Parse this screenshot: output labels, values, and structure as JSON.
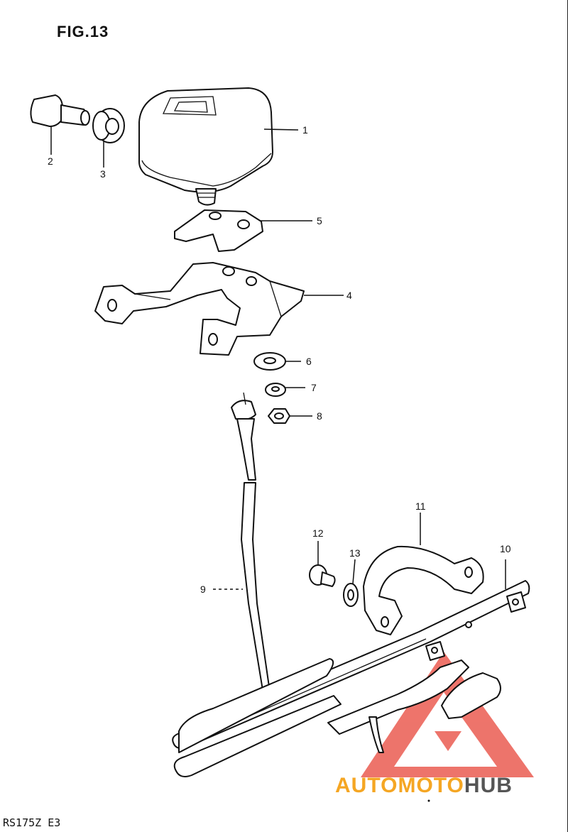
{
  "figure": {
    "title": "FIG.13",
    "footer_code": "RS175Z E3"
  },
  "parts": [
    {
      "number": "1"
    },
    {
      "number": "2"
    },
    {
      "number": "3"
    },
    {
      "number": "4"
    },
    {
      "number": "5"
    },
    {
      "number": "6"
    },
    {
      "number": "7"
    },
    {
      "number": "8"
    },
    {
      "number": "9"
    },
    {
      "number": "10"
    },
    {
      "number": "11"
    },
    {
      "number": "12"
    },
    {
      "number": "13"
    }
  ],
  "watermark": {
    "part1": "AUTO",
    "part2": "MOTO",
    "part3": "HUB",
    "colors": {
      "triangle": "#e8463a",
      "auto": "#f5a623",
      "moto": "#f5a623",
      "hub": "#555555"
    }
  }
}
